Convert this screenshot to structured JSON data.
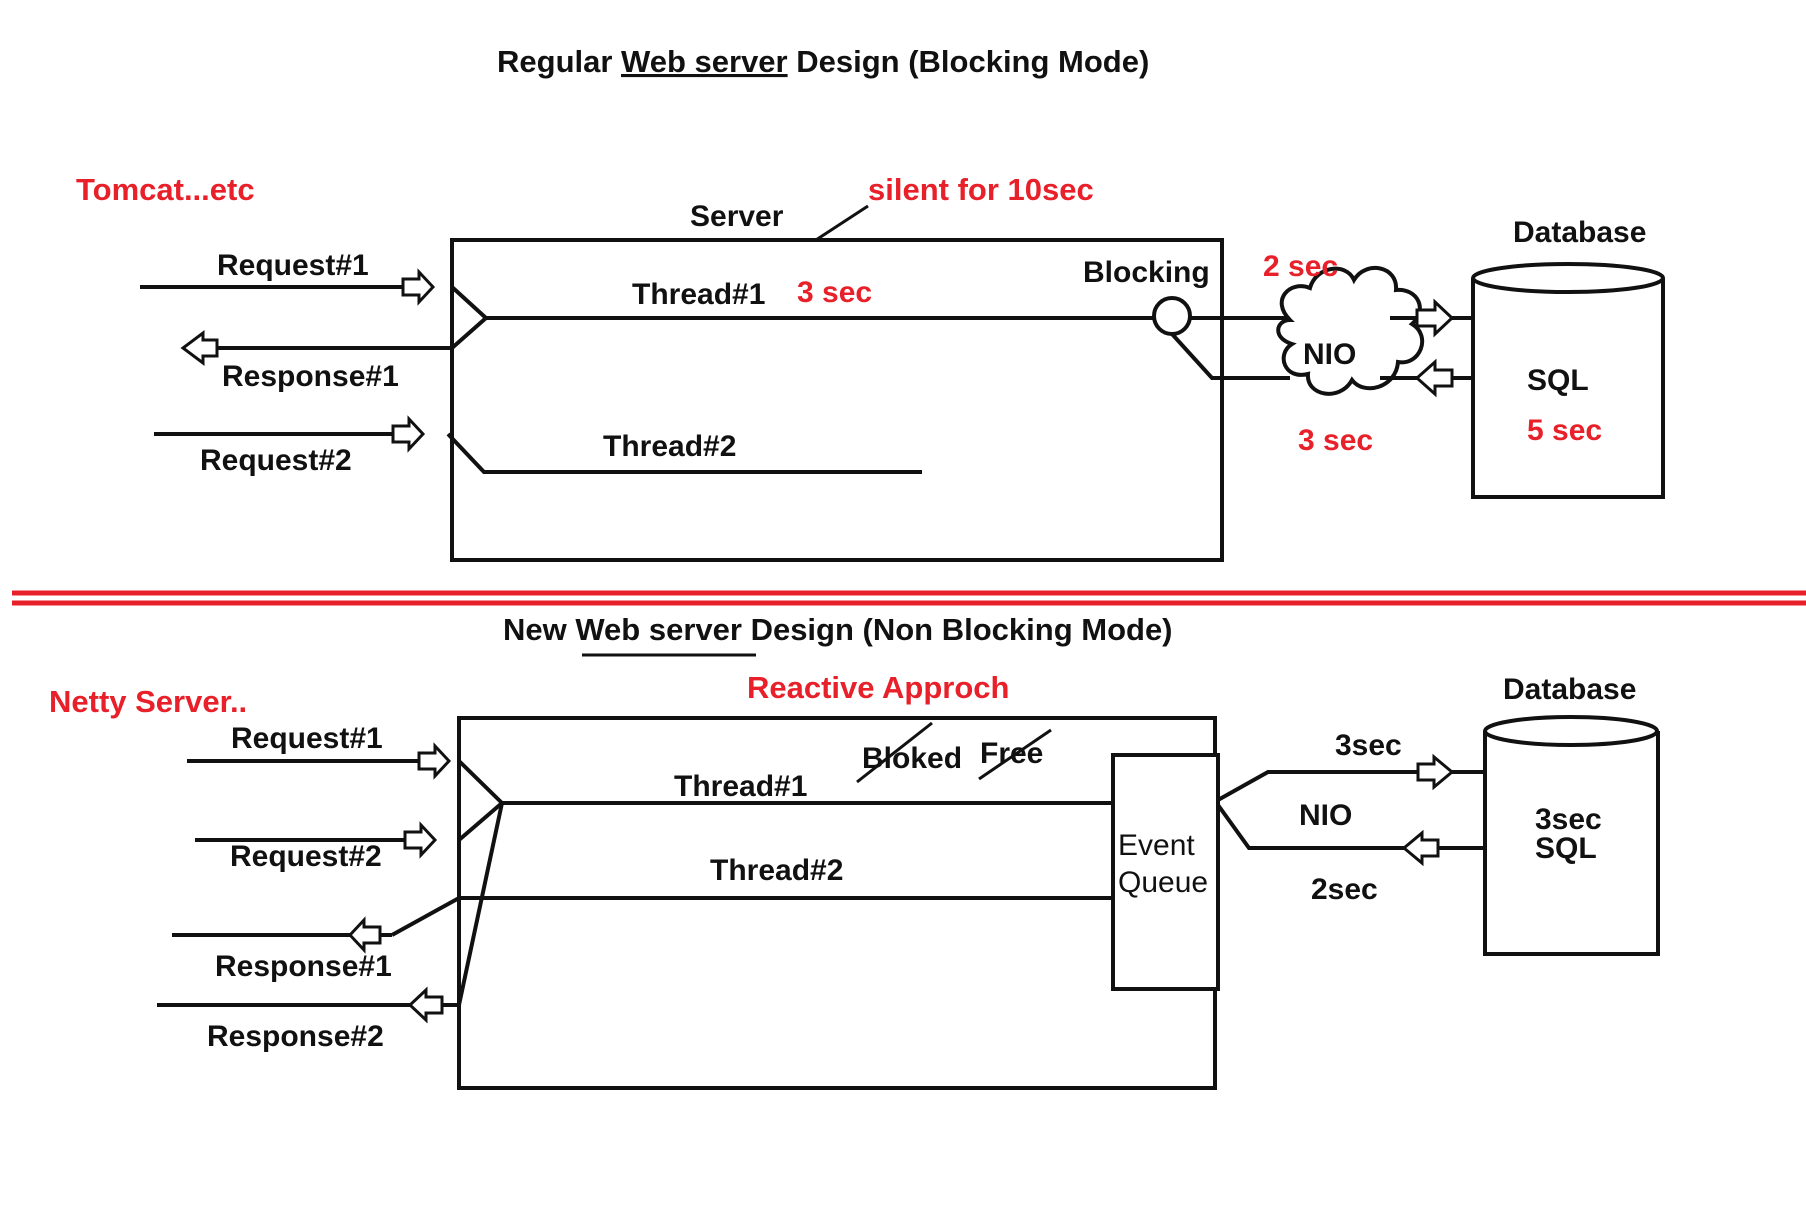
{
  "colors": {
    "ink": "#111111",
    "accent": "#e8202a",
    "background": "#ffffff"
  },
  "blocking": {
    "title_pre": "Regular ",
    "title_link": "Web server",
    "title_post": " Design (Blocking Mode)",
    "server_note": "Tomcat...etc",
    "server_label": "Server",
    "silent_note": "silent for 10sec",
    "request1": "Request#1",
    "response1": "Response#1",
    "request2": "Request#2",
    "thread1": "Thread#1",
    "thread1_time": "3 sec",
    "thread2": "Thread#2",
    "blocking_label": "Blocking",
    "nio_label": "NIO",
    "nio_time_top": "2 sec",
    "nio_time_bottom": "3 sec",
    "database_label": "Database",
    "sql_label": "SQL",
    "sql_time": "5 sec"
  },
  "nonblocking": {
    "title_pre": "New ",
    "title_link": "Web server",
    "title_post": " Design (Non Blocking Mode)",
    "server_note": "Netty Server..",
    "approach_note": "Reactive Approch",
    "request1": "Request#1",
    "request2": "Request#2",
    "response1": "Response#1",
    "response2": "Response#2",
    "thread1": "Thread#1",
    "thread2": "Thread#2",
    "blocked_word": "Bloked",
    "free_word": "Free",
    "event_queue_line1": "Event",
    "event_queue_line2": "Queue",
    "nio_label": "NIO",
    "time_top": "3sec",
    "time_bottom": "2sec",
    "database_label": "Database",
    "sql_time": "3sec",
    "sql_label": "SQL"
  }
}
